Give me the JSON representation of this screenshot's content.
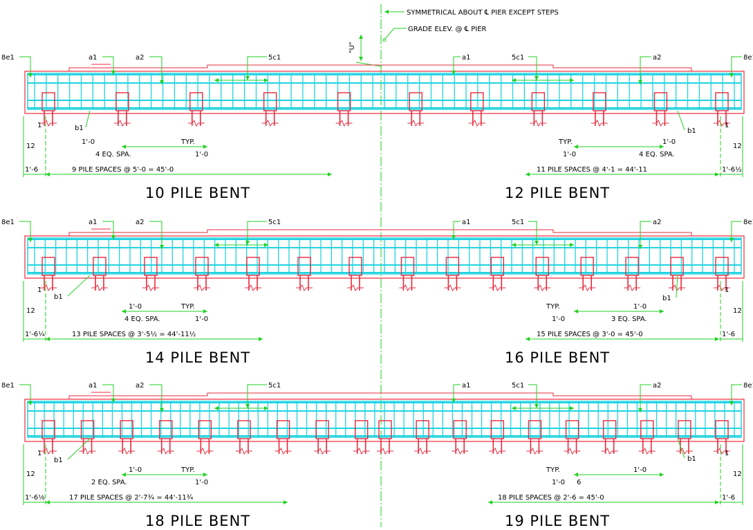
{
  "notes": {
    "symmetrical": "SYMMETRICAL ABOUT ℄ PIER EXCEPT STEPS",
    "grade_elev": "GRADE ELEV. @ ℄ PIER",
    "u_dim": "\"U\""
  },
  "colors": {
    "outline": "#e8283c",
    "rebar": "#1fd3e0",
    "dimension": "#1fd21f",
    "centerline": "#1fd21f",
    "text": "#000000"
  },
  "common": {
    "ft_1_0": "1'-0",
    "typ": "TYP.",
    "dim_12": "12",
    "dim_1": "1",
    "dim_6": "6"
  },
  "panels": [
    {
      "title": "10 PILE BENT",
      "piles": 10,
      "bar_labels": [
        "8e1",
        "a1",
        "a2",
        "5c1",
        "b1"
      ],
      "eq_spa": "4 EQ. SPA.",
      "end_dim": "1'-6",
      "spacing": "9 PILE SPACES @ 5'-0 = 45'-0",
      "side": "left"
    },
    {
      "title": "12 PILE BENT",
      "piles": 12,
      "bar_labels": [
        "8e1",
        "a1",
        "a2",
        "5c1",
        "b1"
      ],
      "eq_spa": "4 EQ. SPA.",
      "end_dim": "1'-6½",
      "spacing": "11 PILE SPACES @ 4'-1 = 44'-11",
      "side": "right"
    },
    {
      "title": "14 PILE BENT",
      "piles": 14,
      "bar_labels": [
        "8e1",
        "a1",
        "a2",
        "5c1",
        "b1"
      ],
      "eq_spa": "4 EQ. SPA.",
      "end_dim": "1'-6¼",
      "spacing": "13 PILE SPACES @ 3'-5½ = 44'-11½",
      "side": "left"
    },
    {
      "title": "16 PILE BENT",
      "piles": 16,
      "bar_labels": [
        "8e1",
        "a1",
        "a2",
        "5c1",
        "b1"
      ],
      "eq_spa": "3 EQ. SPA.",
      "end_dim": "1'-6",
      "spacing": "15 PILE SPACES @ 3'-0 = 45'-0",
      "side": "right"
    },
    {
      "title": "18 PILE BENT",
      "piles": 18,
      "bar_labels": [
        "8e1",
        "a1",
        "a2",
        "5c1",
        "b1"
      ],
      "eq_spa": "2 EQ. SPA.",
      "end_dim": "1'-6⅛",
      "spacing": "17 PILE SPACES @ 2'-7¾ = 44'-11¾",
      "side": "left"
    },
    {
      "title": "19 PILE BENT",
      "piles": 19,
      "bar_labels": [
        "8e1",
        "a1",
        "a2",
        "5c1",
        "b1"
      ],
      "eq_spa": "",
      "end_dim": "1'-6",
      "spacing": "18 PILE SPACES @ 2'-6 = 45'-0",
      "side": "right"
    }
  ]
}
